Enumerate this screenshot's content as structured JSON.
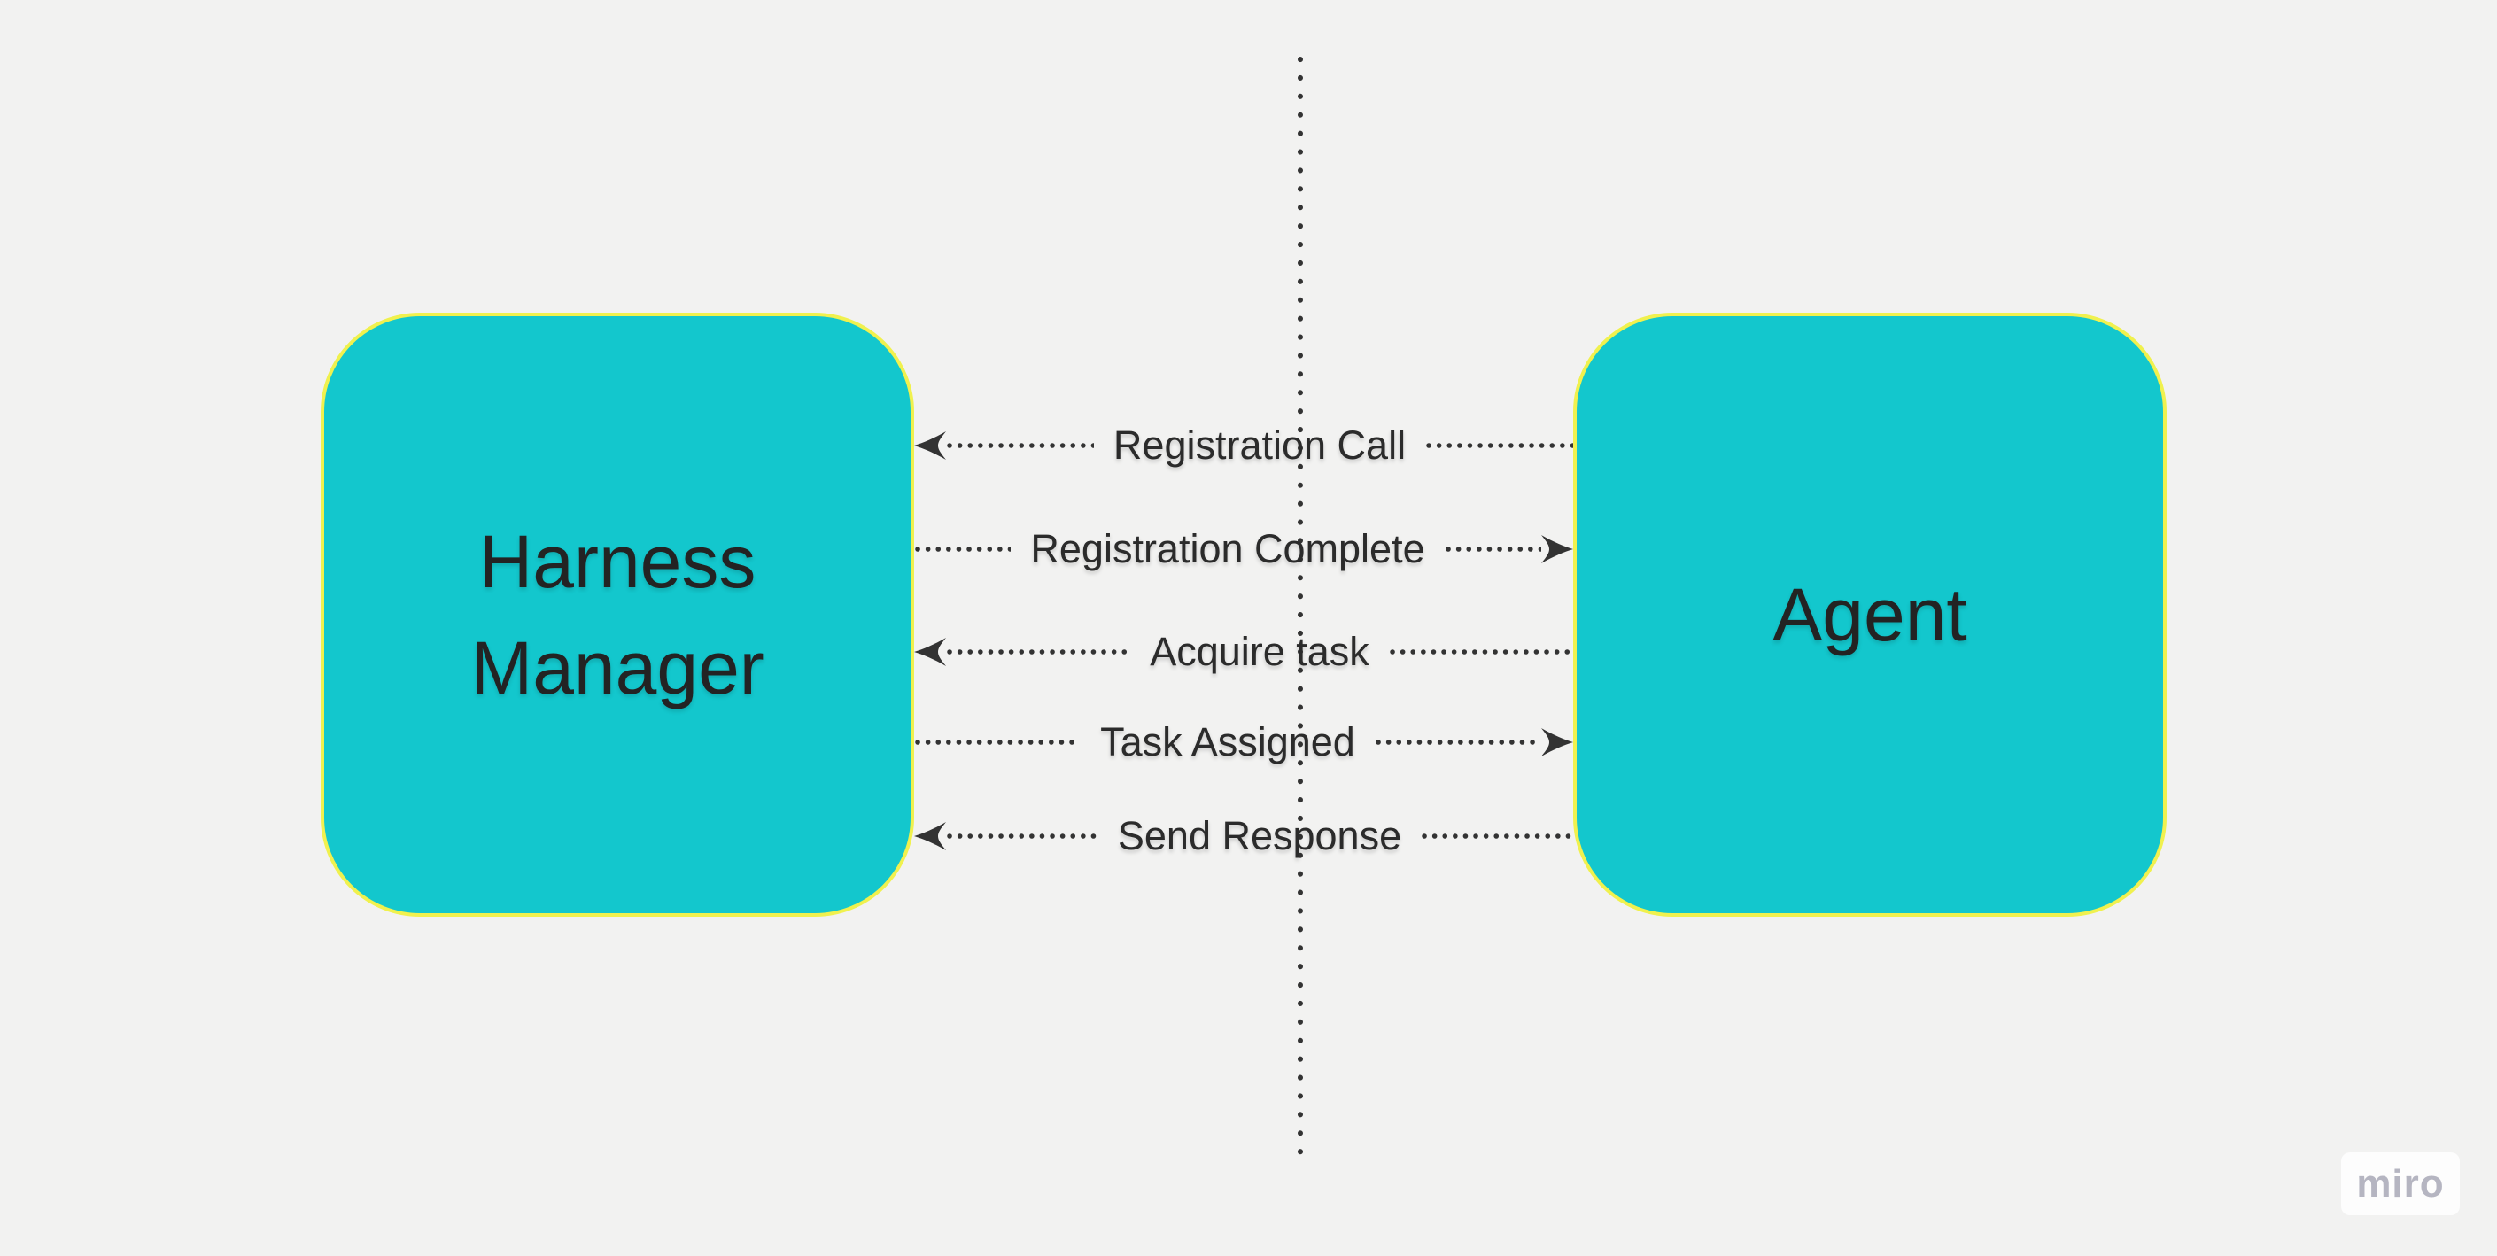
{
  "board": {
    "background_color": "#F2F2F1",
    "node_fill_color": "#13C7CD",
    "node_border_color": "#F0F14E",
    "line_color": "#333333",
    "text_color": "#2B2B2B"
  },
  "nodes": [
    {
      "label": "Harness Manager"
    },
    {
      "label": "Agent"
    }
  ],
  "messages": [
    {
      "label": "Registration Call",
      "direction": "left"
    },
    {
      "label": "Registration Complete",
      "direction": "right"
    },
    {
      "label": "Acquire task",
      "direction": "left"
    },
    {
      "label": "Task Assigned",
      "direction": "right"
    },
    {
      "label": "Send Response",
      "direction": "left"
    }
  ],
  "watermark": {
    "label": "miro"
  }
}
